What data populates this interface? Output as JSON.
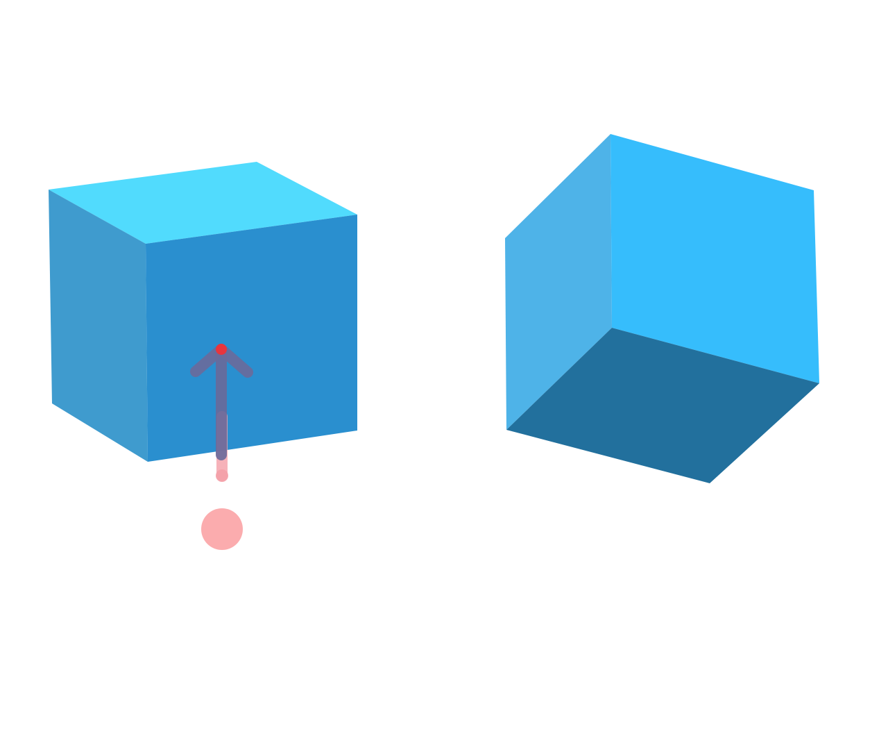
{
  "colors": {
    "background": "#ffffff",
    "cube_left_top": "#51dbfd",
    "cube_left_side": "#3f9bce",
    "cube_left_front": "#2a8fcf",
    "cube_right_left_face": "#4eb3e8",
    "cube_right_back_face": "#36bdfc",
    "cube_right_bottom_face": "#22709d",
    "arrow_shaft": "#6a6a9a",
    "arrow_head": "#6a6a9a",
    "arrow_tip_dot": "#e8353d",
    "trail": "#f4a0a8",
    "start_dot": "#fba8aa"
  },
  "figure": {
    "left_object": "cube-viewed-from-above",
    "right_object": "cube-viewed-from-below",
    "overlay": "swipe-up-gesture-arrow"
  }
}
